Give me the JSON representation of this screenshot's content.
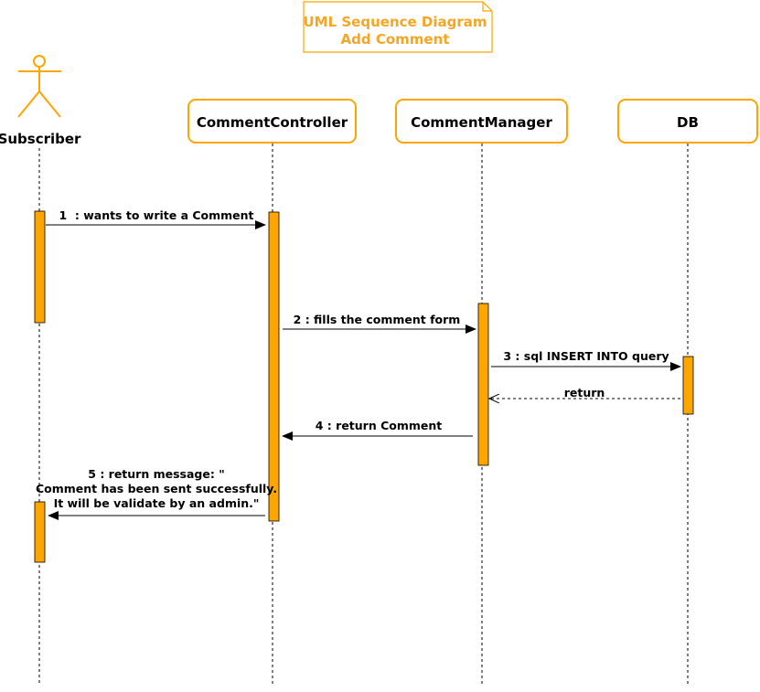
{
  "title": {
    "line1": "UML Sequence Diagram",
    "line2": "Add Comment"
  },
  "actor": {
    "label": "Subscriber"
  },
  "participants": [
    {
      "label": "CommentController"
    },
    {
      "label": "CommentManager"
    },
    {
      "label": "DB"
    }
  ],
  "messages": [
    {
      "label": "1  : wants to write a Comment",
      "kind": "call"
    },
    {
      "label": "2 : fills the comment form",
      "kind": "call"
    },
    {
      "label": "3 : sql INSERT INTO query",
      "kind": "call"
    },
    {
      "label": "return",
      "kind": "return"
    },
    {
      "label": "4 : return Comment",
      "kind": "call"
    },
    {
      "label_lines": [
        "5 : return message: \"",
        "Comment has been sent successfully.",
        "It will be validate by an admin.\""
      ],
      "kind": "call"
    }
  ],
  "colors": {
    "accent": "#FFA500",
    "title_text": "#F5A623",
    "line": "#000000"
  }
}
